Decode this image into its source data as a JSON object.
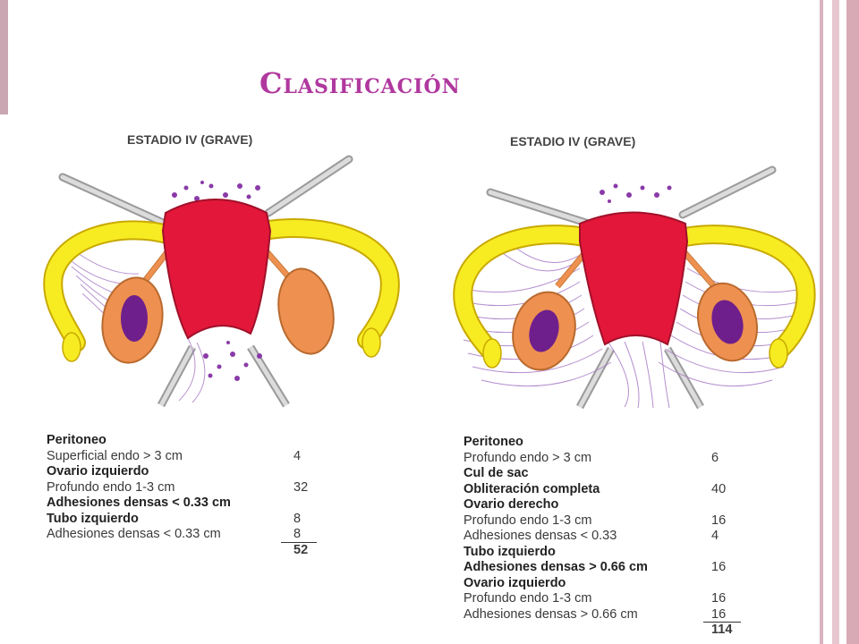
{
  "title": "Clasificación",
  "left": {
    "stage": "ESTADIO IV (GRAVE)",
    "rows": [
      {
        "label": "Peritoneo",
        "value": "",
        "bold": true
      },
      {
        "label": "Superficial endo  > 3 cm",
        "value": "4",
        "bold": false
      },
      {
        "label": "Ovario izquierdo",
        "value": "",
        "bold": true
      },
      {
        "label": "Profundo endo  1-3 cm",
        "value": "32",
        "bold": false
      },
      {
        "label": "Adhesiones densas < 0.33 cm",
        "value": "",
        "bold": true
      },
      {
        "label": "Tubo izquierdo",
        "value": "8",
        "bold": true
      },
      {
        "label": "Adhesiones densas < 0.33 cm",
        "value": "8",
        "bold": false
      },
      {
        "label": "",
        "value": "52",
        "bold": true
      }
    ]
  },
  "right": {
    "stage": "ESTADIO IV (GRAVE)",
    "rows": [
      {
        "label": "Peritoneo",
        "value": "",
        "bold": true
      },
      {
        "label": "Profundo endo > 3 cm",
        "value": "6",
        "bold": false
      },
      {
        "label": "Cul de sac",
        "value": "",
        "bold": true
      },
      {
        "label": "Obliteración completa",
        "value": "40",
        "bold": true
      },
      {
        "label": "Ovario derecho",
        "value": "",
        "bold": true
      },
      {
        "label": "Profundo endo 1-3 cm",
        "value": "16",
        "bold": false
      },
      {
        "label": "Adhesiones densas < 0.33",
        "value": "4",
        "bold": false
      },
      {
        "label": "Tubo izquierdo",
        "value": "",
        "bold": true
      },
      {
        "label": "Adhesiones densas > 0.66 cm",
        "value": "16",
        "bold": true
      },
      {
        "label": "Ovario izquierdo",
        "value": "",
        "bold": true
      },
      {
        "label": "Profundo endo  1-3 cm",
        "value": "16",
        "bold": false
      },
      {
        "label": "Adhesiones densas > 0.66 cm",
        "value": "16",
        "bold": false
      },
      {
        "label": "",
        "value": "114",
        "bold": true
      }
    ]
  },
  "colors": {
    "title": "#b0389e",
    "uterus": "#e3173a",
    "tube": "#f7ec22",
    "ovary": "#ee9050",
    "lesion": "#6e1f8c",
    "adhesion": "#a77bc6",
    "ligament": "#bdbdbd"
  }
}
